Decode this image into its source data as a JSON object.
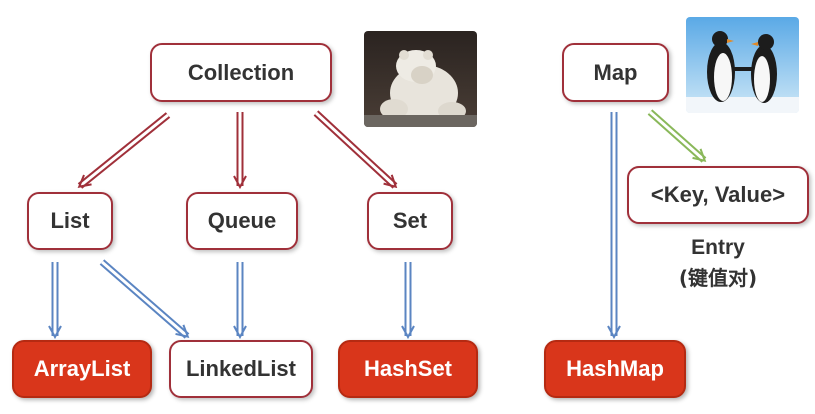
{
  "nodes": {
    "collection": "Collection",
    "list": "List",
    "queue": "Queue",
    "set": "Set",
    "arraylist": "ArrayList",
    "linkedlist": "LinkedList",
    "hashset": "HashSet",
    "map": "Map",
    "keyvalue": "<Key, Value>",
    "hashmap": "HashMap"
  },
  "entry": {
    "title": "Entry",
    "subtitle": "(键值对)"
  },
  "images": {
    "collection_photo": "polar-bear-photo",
    "map_photo": "penguins-photo"
  },
  "colors": {
    "interface_border": "#a0303a",
    "implementation_fill": "#d9361b",
    "inheritance_arrow": "#a0303a",
    "implementation_arrow": "#5b85c2",
    "entry_arrow": "#8ab85a"
  }
}
